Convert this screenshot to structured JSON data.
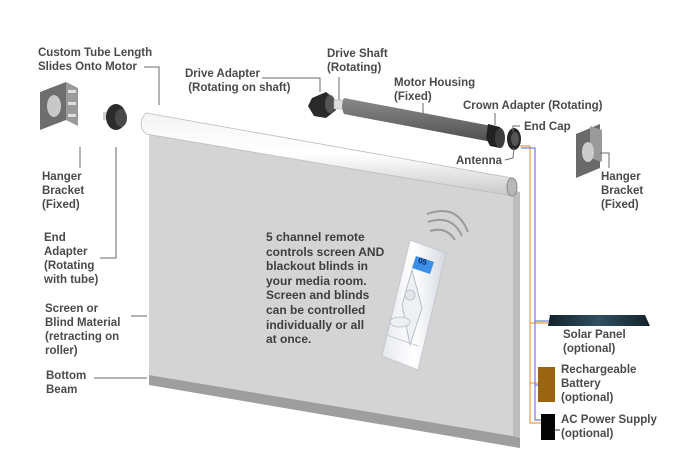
{
  "diagram": {
    "title": "Motorized roller screen / blind components",
    "labels": {
      "custom_tube": "Custom Tube Length\nSlides Onto Motor",
      "drive_adapter": "Drive Adapter\n (Rotating on shaft)",
      "drive_shaft": "Drive Shaft\n(Rotating)",
      "motor_housing": "Motor Housing\n(Fixed)",
      "crown_adapter": "Crown Adapter (Rotating)",
      "end_cap": "End Cap",
      "antenna": "Antenna",
      "hanger_left": "Hanger\nBracket\n(Fixed)",
      "hanger_right": "Hanger\nBracket\n(Fixed)",
      "end_adapter": "End\nAdapter\n(Rotating\nwith tube)",
      "screen_material": "Screen or\nBlind Material\n(retracting on\nroller)",
      "bottom_beam": "Bottom\nBeam",
      "solar_panel": "Solar Panel\n(optional)",
      "battery": "Rechargeable\nBattery\n(optional)",
      "ac_power": "AC Power Supply\n(optional)"
    },
    "callout": "5 channel remote\ncontrols screen AND\nblackout blinds in\nyour media room.\nScreen and blinds\ncan be controlled\nindividually or all\nat once.",
    "remote_display": "05",
    "colors": {
      "wire_orange": "#e8a040",
      "wire_blue": "#6f7fd8",
      "screen": "#d3d3d3",
      "battery": "#9a6410",
      "solar": "#1e3442",
      "remote_lcd": "#3c8fe6"
    }
  }
}
